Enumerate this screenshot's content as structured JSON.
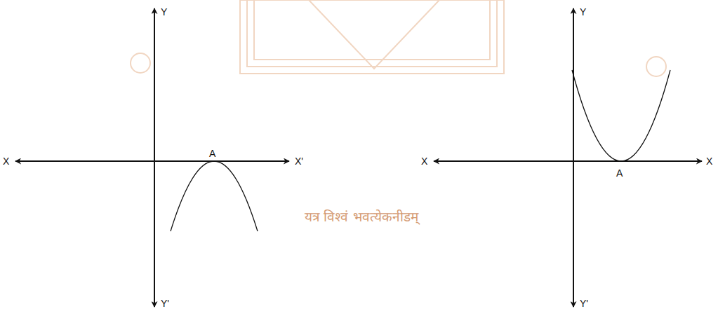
{
  "diagram": {
    "labels": [
      "Y",
      "X",
      "X'",
      "A",
      "Y'",
      "Y",
      "X",
      "A",
      "Y'",
      "X",
      "यत्र विश्वं भवत्येकनीडम्"
    ]
  }
}
